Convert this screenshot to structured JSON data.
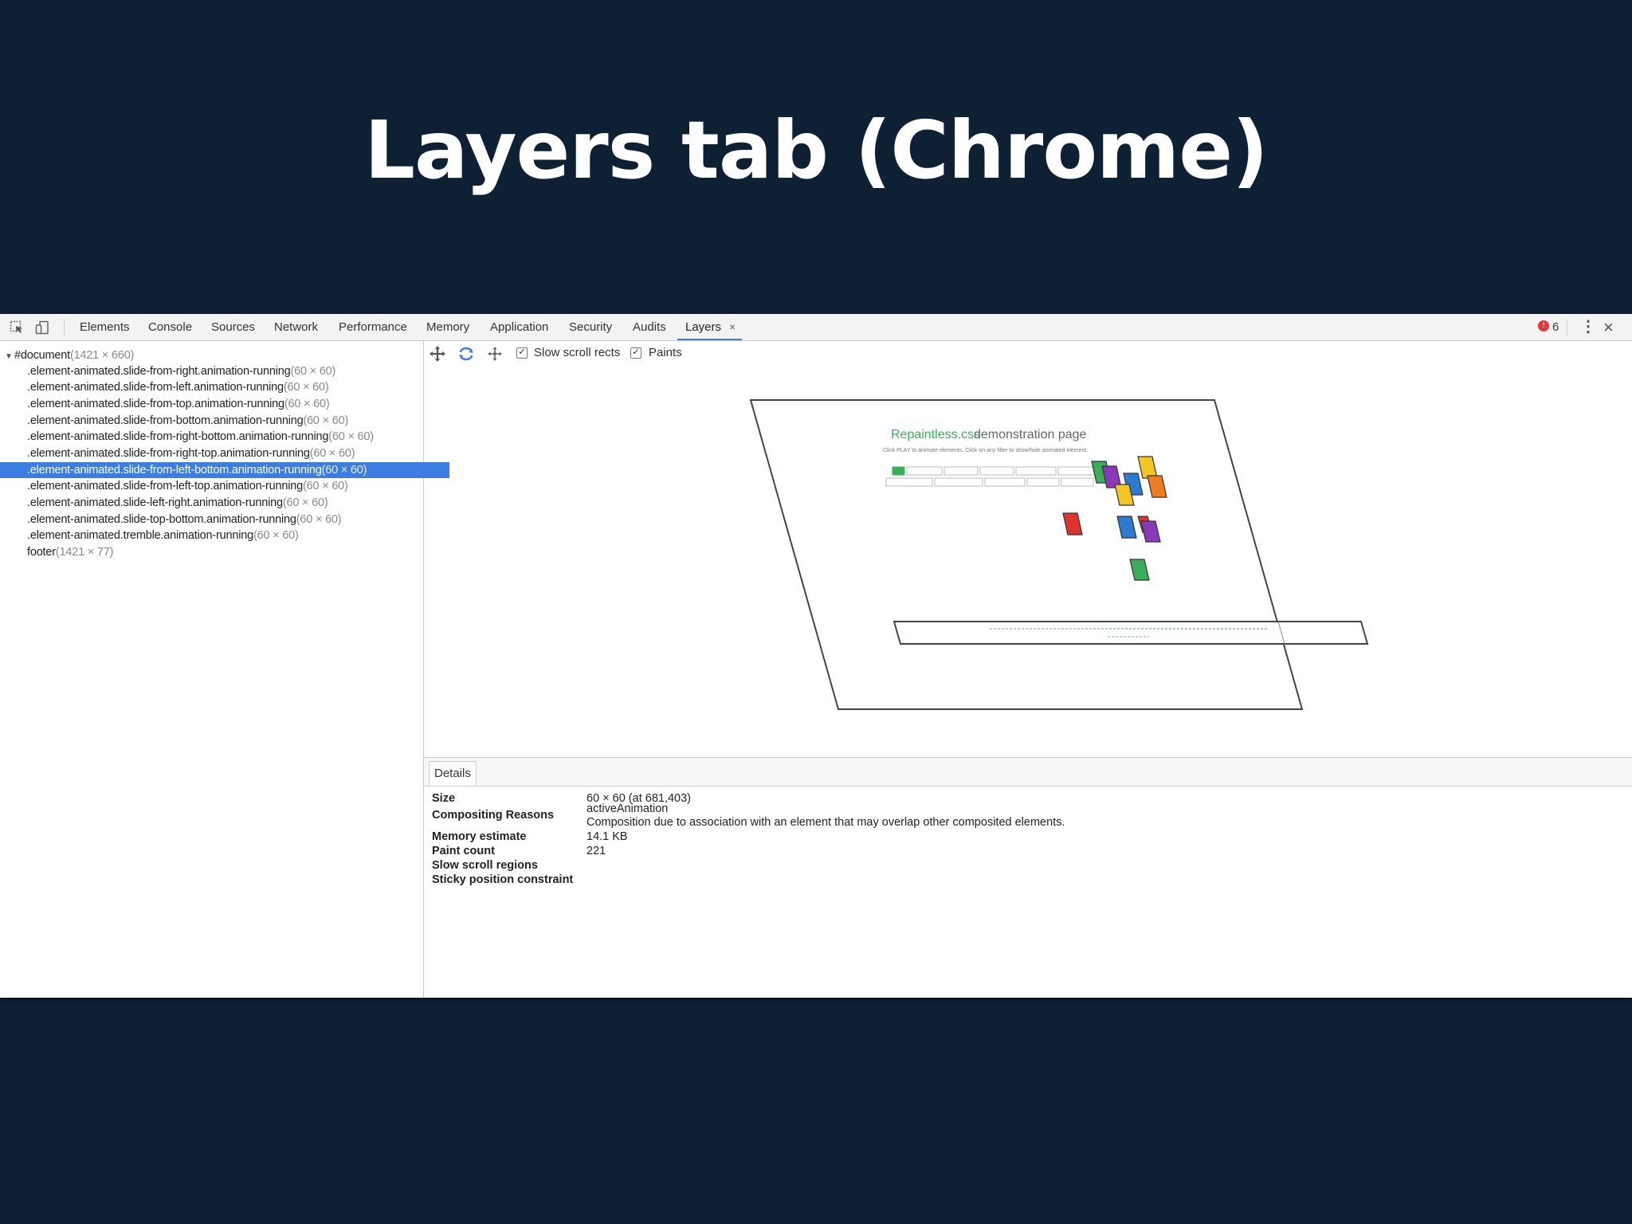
{
  "slide": {
    "title": "Layers tab (Chrome)"
  },
  "toolbar": {
    "tabs": [
      "Elements",
      "Console",
      "Sources",
      "Network",
      "Performance",
      "Memory",
      "Application",
      "Security",
      "Audits",
      "Layers"
    ],
    "active_tab": "Layers",
    "tab_close": "×",
    "error_icon": "!",
    "error_count": "6",
    "more_icon": "⋮",
    "close_icon": "×"
  },
  "tree": {
    "root": {
      "name": "#document",
      "size": "(1421 × 660)"
    },
    "items": [
      {
        "name": ".element-animated.slide-from-right.animation-running",
        "size": "(60 × 60)"
      },
      {
        "name": ".element-animated.slide-from-left.animation-running",
        "size": "(60 × 60)"
      },
      {
        "name": ".element-animated.slide-from-top.animation-running",
        "size": "(60 × 60)"
      },
      {
        "name": ".element-animated.slide-from-bottom.animation-running",
        "size": "(60 × 60)"
      },
      {
        "name": ".element-animated.slide-from-right-bottom.animation-running",
        "size": "(60 × 60)"
      },
      {
        "name": ".element-animated.slide-from-right-top.animation-running",
        "size": "(60 × 60)"
      },
      {
        "name": ".element-animated.slide-from-left-bottom.animation-running",
        "size": "(60 × 60)",
        "selected": true
      },
      {
        "name": ".element-animated.slide-from-left-top.animation-running",
        "size": "(60 × 60)"
      },
      {
        "name": ".element-animated.slide-left-right.animation-running",
        "size": "(60 × 60)"
      },
      {
        "name": ".element-animated.slide-top-bottom.animation-running",
        "size": "(60 × 60)"
      },
      {
        "name": ".element-animated.tremble.animation-running",
        "size": "(60 × 60)"
      },
      {
        "name": "footer",
        "size": "(1421 × 77)"
      }
    ]
  },
  "layers_toolbar": {
    "slow_scroll_label": "Slow scroll rects",
    "slow_scroll_checked": true,
    "paints_label": "Paints",
    "paints_checked": true,
    "check_mark": "✓"
  },
  "viewport": {
    "page_heading_brand": "Repaintless.css",
    "page_heading_rest": " demonstration page",
    "page_subheading": "Click PLAY to animate elements. Click on any filter to show/hide animated element.",
    "colors": {
      "green": "#3cae5a",
      "purple": "#8a3ab9",
      "yellow": "#f2c522",
      "orange": "#ef7c22",
      "blue": "#2d7bd0",
      "red": "#e0322f"
    }
  },
  "details": {
    "tab": "Details",
    "rows": [
      {
        "label": "Size",
        "value": "60 × 60 (at 681,403)"
      },
      {
        "label": "Compositing Reasons",
        "value": "activeAnimation",
        "value2": "Composition due to association with an element that may overlap other composited elements."
      },
      {
        "label": "Memory estimate",
        "value": "14.1 KB"
      },
      {
        "label": "Paint count",
        "value": "221"
      },
      {
        "label": "Slow scroll regions",
        "value": ""
      },
      {
        "label": "Sticky position constraint",
        "value": ""
      }
    ]
  }
}
